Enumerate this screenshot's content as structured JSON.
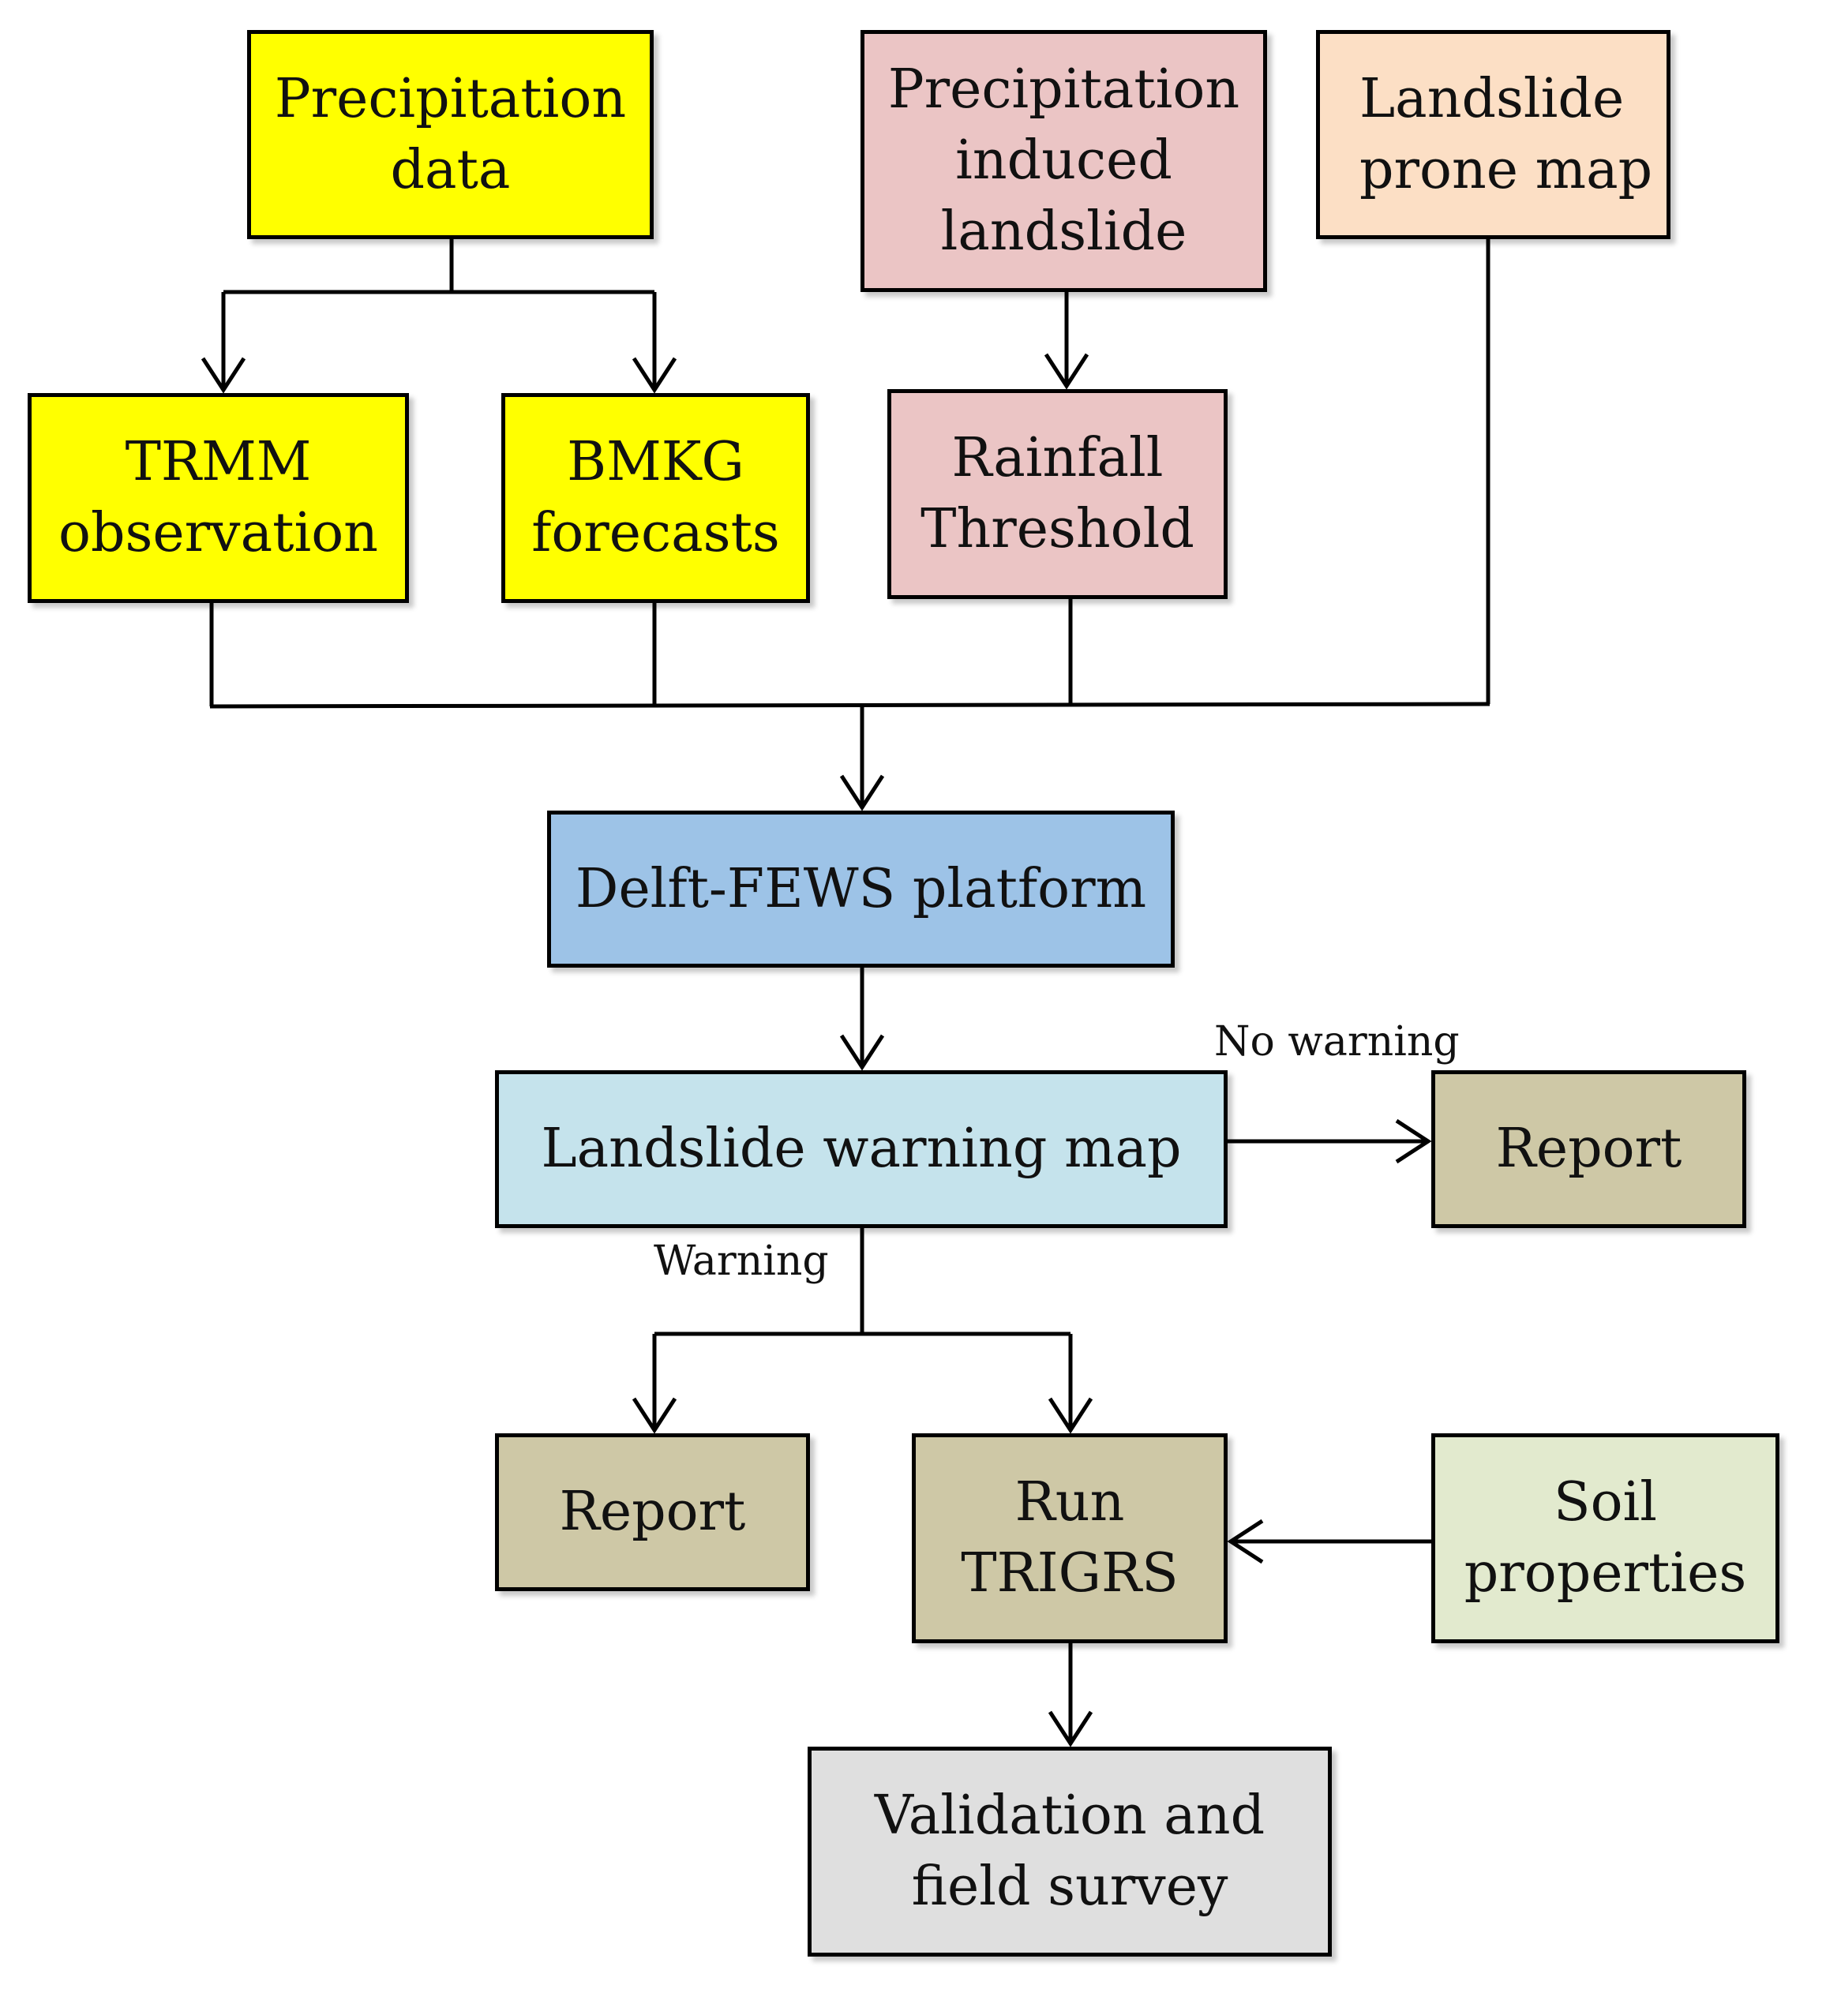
{
  "colors": {
    "input": "#FFFF00",
    "induced": "#EBC5C5",
    "prone": "#FCDFC5",
    "platform": "#9DC3E7",
    "warning_map": "#C5E3EC",
    "report": "#CEC8A6",
    "soil": "#E2EACE",
    "validation": "#DFDFDF",
    "line": "#000000"
  },
  "nodes": {
    "precip_data": "Precipitation\ndata",
    "induced": "Precipitation\ninduced\nlandslide",
    "prone": "Landslide\nprone map",
    "trmm": "TRMM\nobservation",
    "bmkg": "BMKG\nforecasts",
    "threshold": "Rainfall\nThreshold",
    "delft": "Delft-FEWS platform",
    "warning_map": "Landslide warning map",
    "report_right": "Report",
    "report_left": "Report",
    "run": "Run\nTRIGRS",
    "soil": "Soil\nproperties",
    "validation": "Validation and\nfield survey"
  },
  "edge_labels": {
    "no_warning": "No warning",
    "warning": "Warning"
  }
}
